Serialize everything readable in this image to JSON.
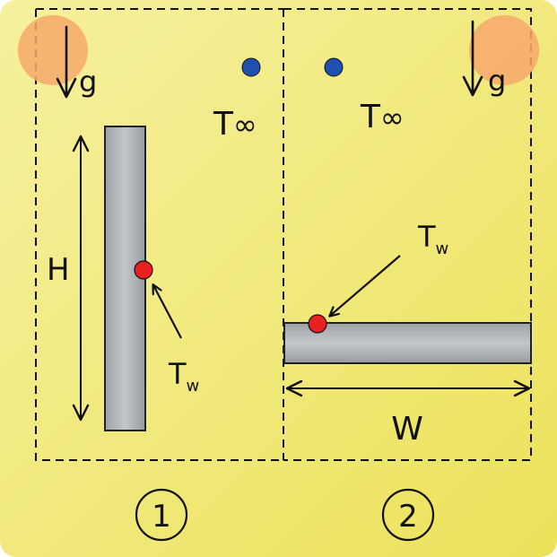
{
  "colors": {
    "background_start": "#f6f0a0",
    "background_end": "#ece25a",
    "plate_fill": "#a9adb2",
    "plate_stroke": "#222222",
    "ambient_point": "#1f4fb0",
    "wall_point": "#e82020",
    "gravity_badge": "#f7a86b",
    "ink": "#111111"
  },
  "panel_1": {
    "gravity_symbol": "g",
    "ambient_label": "T",
    "ambient_sub": "∞",
    "wall_label": "T",
    "wall_sub": "w",
    "dimension_label": "H",
    "case_number": "1",
    "plate_orientation": "vertical"
  },
  "panel_2": {
    "gravity_symbol": "g",
    "ambient_label": "T",
    "ambient_sub": "∞",
    "wall_label": "T",
    "wall_sub": "w",
    "dimension_label": "W",
    "case_number": "2",
    "plate_orientation": "horizontal"
  },
  "icons": {
    "gravity": "arrow-down-icon",
    "ambient_point": "dot-icon",
    "wall_point": "dot-icon"
  }
}
